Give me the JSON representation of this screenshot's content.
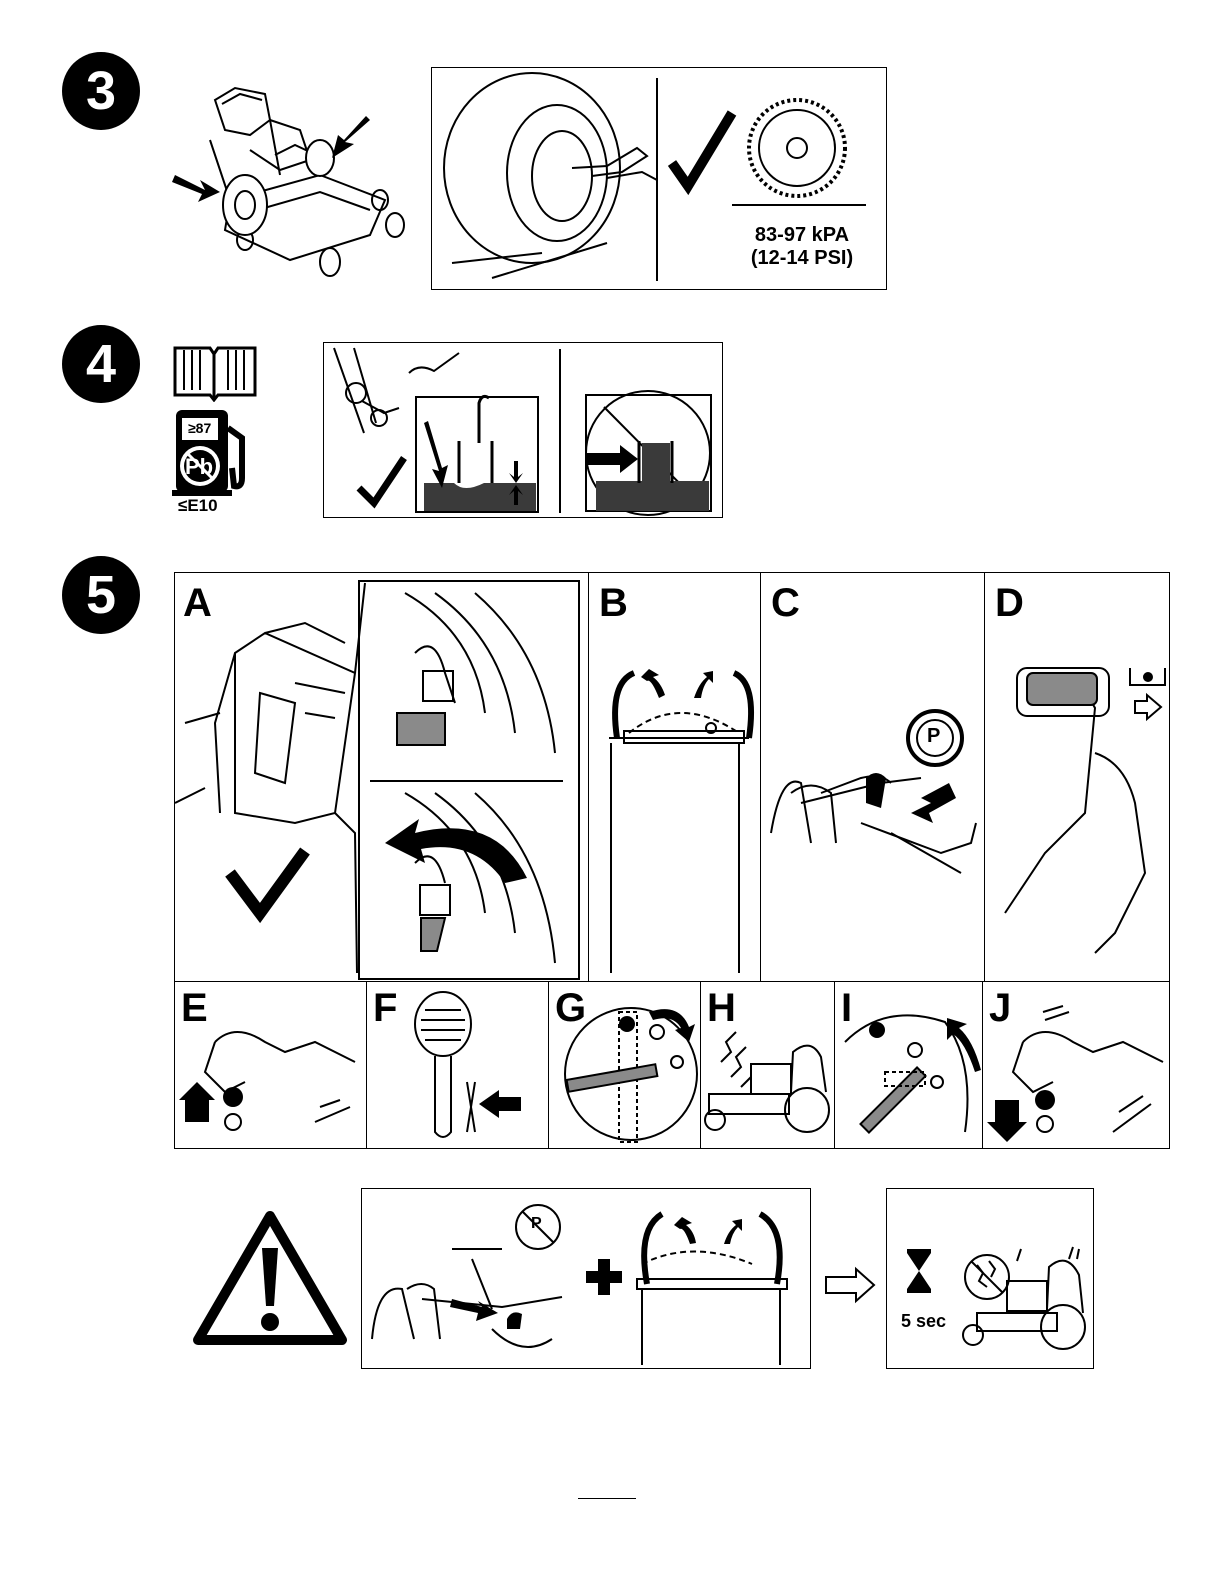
{
  "steps": [
    {
      "number": "3"
    },
    {
      "number": "4"
    },
    {
      "number": "5"
    }
  ],
  "tire": {
    "pressure_kpa": "83-97 kPA",
    "pressure_psi": "(12-14 PSI)"
  },
  "fuel": {
    "octane": "≥87",
    "lead": "Pb",
    "ethanol": "≤E10"
  },
  "panels": {
    "A": "A",
    "B": "B",
    "C": "C",
    "D": "D",
    "E": "E",
    "F": "F",
    "G": "G",
    "H": "H",
    "I": "I",
    "J": "J"
  },
  "parking_brake_symbol": "P",
  "warning": {
    "wait_time": "5 sec"
  },
  "colors": {
    "ink": "#000000",
    "fill_gray": "#8a8a8a",
    "dark_fill": "#3a3a3a"
  }
}
